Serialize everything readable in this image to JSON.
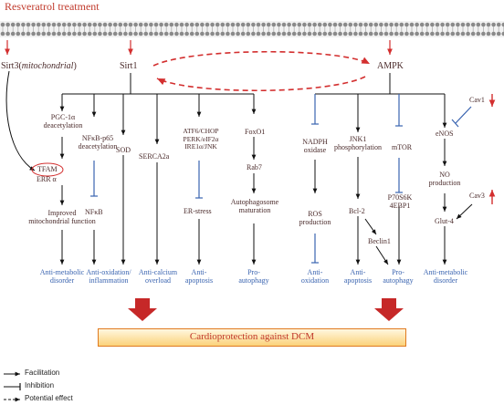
{
  "title": "Resveratrol treatment",
  "nodes": {
    "sirt3": "Sirt3(",
    "sirt3_italic": "mitochondrial",
    "sirt3_close": ")",
    "sirt1": "Sirt1",
    "ampk": "AMPK",
    "pgc1a_l1": "PGC-1α",
    "pgc1a_l2": "deacetylation",
    "tfam": "TFAM",
    "erra": "ERR α",
    "improved_l1": "Improved",
    "improved_l2": "mitochondrial function",
    "nfkb_p65_l1": "NFκB-p65",
    "nfkb_p65_l2": "deacetylation",
    "nfkb": "NFκB",
    "sod": "SOD",
    "serca2a": "SERCA2a",
    "atf6_l1": "ATF6/CHOP",
    "atf6_l2": "PERK/eIF2α",
    "atf6_l3": "IRE1α/JNK",
    "er_stress": "ER-stress",
    "foxo1": "FoxO1",
    "rab7": "Rab7",
    "autophagosome_l1": "Autophagosome",
    "autophagosome_l2": "maturation",
    "nadph_l1": "NADPH",
    "nadph_l2": "oxidase",
    "ros_l1": "ROS",
    "ros_l2": "production",
    "jnk1_l1": "JNK1",
    "jnk1_l2": "phosphorylation",
    "bcl2": "Bcl-2",
    "beclin1": "Beclin1",
    "mtor": "mTOR",
    "p70s6k_l1": "P70S6K",
    "p70s6k_l2": "4EBP1",
    "enos": "eNOS",
    "no_l1": "NO",
    "no_l2": "production",
    "glut4": "Glut-4",
    "cav1": "Cav1",
    "cav3": "Cav3"
  },
  "outcomes": {
    "anti_metabolic_1_l1": "Anti-metabolic",
    "anti_metabolic_1_l2": "disorder",
    "anti_ox_infl_l1": "Anti-oxidation/",
    "anti_ox_infl_l2": "inflammation",
    "anti_calcium_l1": "Anti-calcium",
    "anti_calcium_l2": "overload",
    "anti_apoptosis_1_l1": "Anti-",
    "anti_apoptosis_1_l2": "apoptosis",
    "pro_autophagy_1_l1": "Pro-",
    "pro_autophagy_1_l2": "autophagy",
    "anti_oxidation_l1": "Anti-",
    "anti_oxidation_l2": "oxidation",
    "anti_apoptosis_2_l1": "Anti-",
    "anti_apoptosis_2_l2": "apoptosis",
    "pro_autophagy_2_l1": "Pro-",
    "pro_autophagy_2_l2": "autophagy",
    "anti_metabolic_2_l1": "Anti-metabolic",
    "anti_metabolic_2_l2": "disorder"
  },
  "banner": "Cardioprotection against DCM",
  "legend": {
    "facilitation": "Facilitation",
    "inhibition": "Inhibition",
    "potential": "Potential effect"
  },
  "colors": {
    "red": "#c0392b",
    "blue": "#3a64b0",
    "node_text": "#4a2a2a",
    "banner_border": "#e07a1f",
    "big_arrow": "#c62828"
  },
  "trends": {
    "cav1": "down",
    "cav3": "up"
  }
}
